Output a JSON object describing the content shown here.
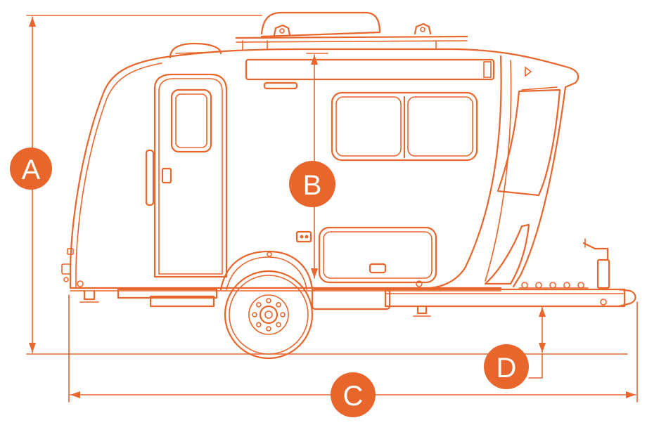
{
  "colors": {
    "line": "#E8652B",
    "badge": "#E8652B",
    "badge_text": "#FFFFFF",
    "background": "#FFFFFF"
  },
  "labels": {
    "a": "A",
    "b": "B",
    "c": "C",
    "d": "D"
  },
  "icons": {
    "hitch": "hitch-jack-icon",
    "roof_rack": "roof-rack-icon",
    "wheel": "wheel-icon"
  }
}
